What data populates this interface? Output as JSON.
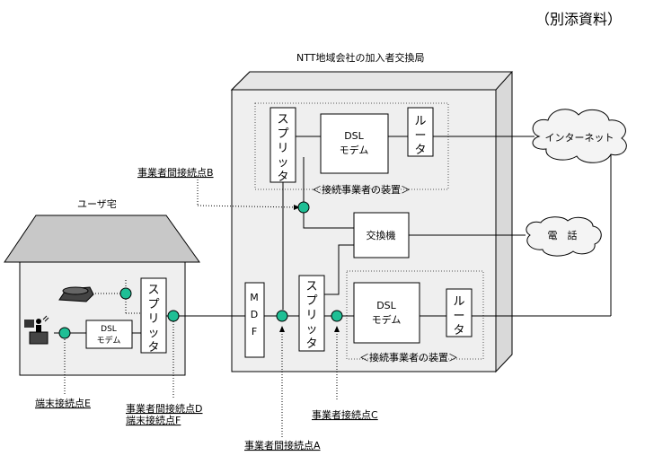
{
  "attachment_note": "（別添資料）",
  "building_title": "NTT地域会社の加入者交換局",
  "house_title": "ユーザ宅",
  "internet": "インターネット",
  "phone": "電　話",
  "exchange": "交換機",
  "mdf": "MDF",
  "splitter": "スプリッタ",
  "router": "ルータ",
  "modem_top": {
    "line1": "DSL",
    "line2": "モデム"
  },
  "modem_bottom": {
    "line1": "DSL",
    "line2": "モデム"
  },
  "modem_user": {
    "line1": "DSL",
    "line2": "モデム"
  },
  "carrier_equipment_top": "＜接続事業者の装置＞",
  "carrier_equipment_bottom": "＜接続事業者の装置＞",
  "points": {
    "A": "事業者間接続点A",
    "B": "事業者間接続点B",
    "C": "事業者接続点C",
    "D": "事業者間接続点D",
    "E": "端末接続点E",
    "F": "端末接続点F"
  },
  "colors": {
    "node": "#1fbf95",
    "panel": "#efefef",
    "roof": "#c8c8c8",
    "cloud": "#f4f4f4"
  }
}
